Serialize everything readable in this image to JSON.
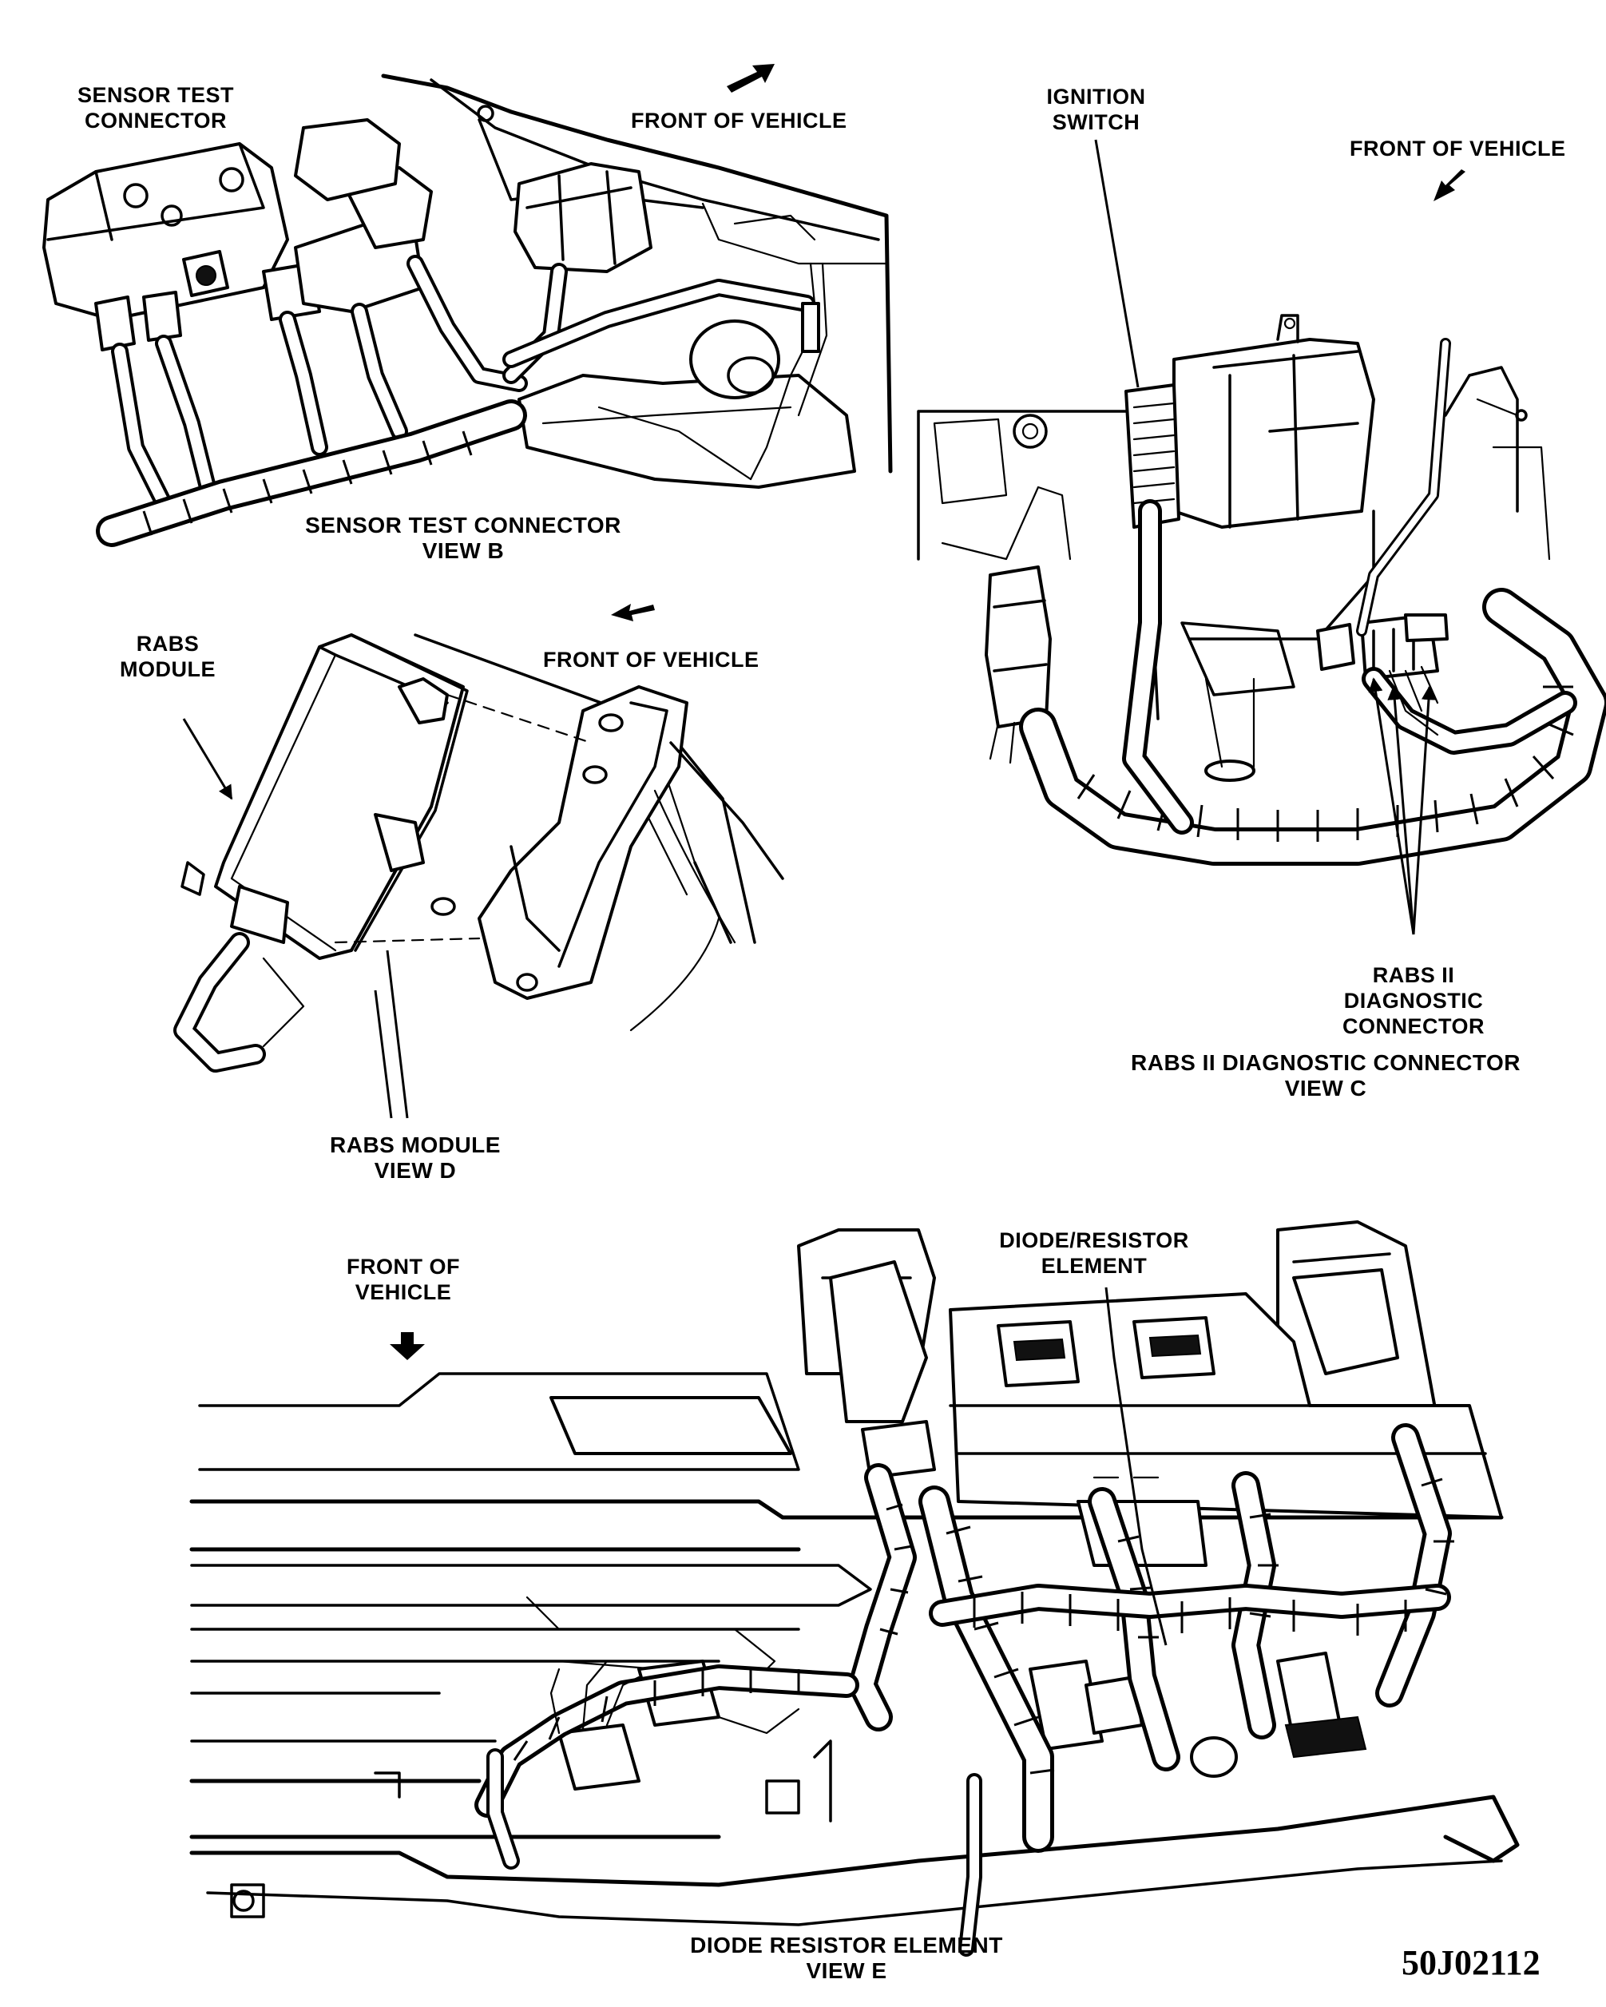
{
  "views": {
    "b": {
      "part_label": [
        "SENSOR TEST",
        "CONNECTOR"
      ],
      "direction_label": "FRONT OF VEHICLE",
      "caption": [
        "SENSOR TEST CONNECTOR",
        "VIEW B"
      ]
    },
    "c": {
      "part_label_1": [
        "IGNITION",
        "SWITCH"
      ],
      "direction_label": "FRONT OF VEHICLE",
      "part_label_2": [
        "RABS II",
        "DIAGNOSTIC",
        "CONNECTOR"
      ],
      "caption": [
        "RABS II DIAGNOSTIC CONNECTOR",
        "VIEW C"
      ]
    },
    "d": {
      "part_label": [
        "RABS",
        "MODULE"
      ],
      "direction_label": "FRONT OF VEHICLE",
      "caption": [
        "RABS MODULE",
        "VIEW D"
      ]
    },
    "e": {
      "direction_label": [
        "FRONT OF",
        "VEHICLE"
      ],
      "part_label": [
        "DIODE/RESISTOR",
        "ELEMENT"
      ],
      "caption": [
        "DIODE RESISTOR ELEMENT",
        "VIEW E"
      ]
    }
  },
  "figure_code": "50J02112",
  "icons": [
    "direction-arrow-icon"
  ]
}
